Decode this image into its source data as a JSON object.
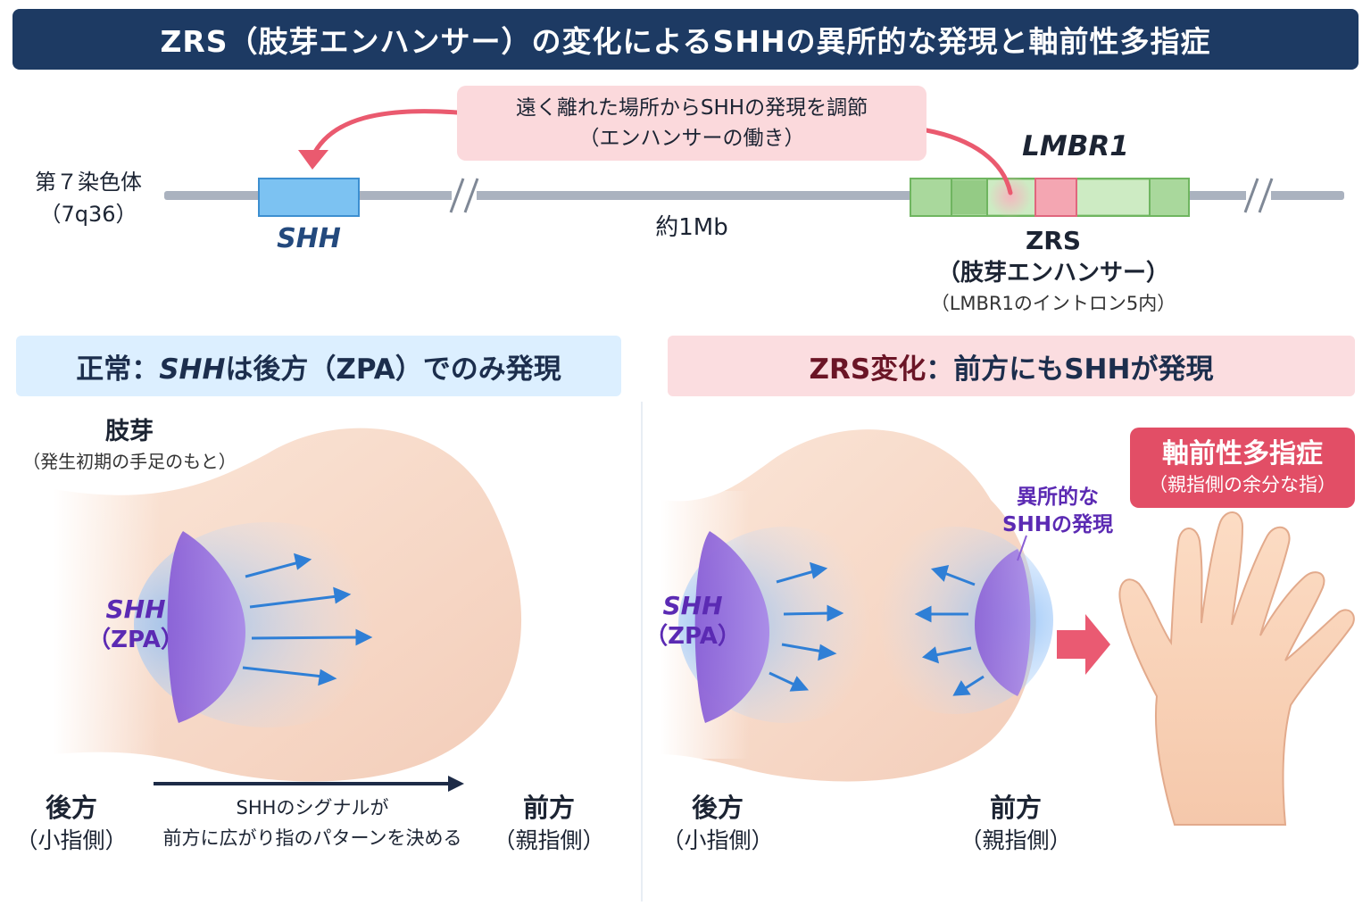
{
  "title": "ZRS（肢芽エンハンサー）の変化によるSHHの異所的な発現と軸前性多指症",
  "callout": {
    "line1": "遠く離れた場所からSHHの発現を調節",
    "line2": "（エンハンサーの働き）"
  },
  "chromosome": {
    "name": "第７染色体",
    "locus": "（7q36）",
    "distance": "約1Mb"
  },
  "genes": {
    "shh": "SHH",
    "lmbr1": "LMBR1",
    "zrs": "ZRS",
    "zrs_desc": "（肢芽エンハンサー）",
    "zrs_location": "（LMBR1のイントロン5内）"
  },
  "left_panel": {
    "header_prefix": "正常：",
    "header_gene": "SHH",
    "header_suffix": "は後方（ZPA）でのみ発現",
    "bud_label": "肢芽",
    "bud_sub": "（発生初期の手足のもと）",
    "shh_label": "SHH",
    "zpa_label": "（ZPA）",
    "posterior": "後方",
    "posterior_sub": "（小指側）",
    "anterior": "前方",
    "anterior_sub": "（親指側）",
    "signal_line1": "SHHのシグナルが",
    "signal_line2": "前方に広がり指のパターンを決める"
  },
  "right_panel": {
    "header_prefix": "ZRS変化",
    "header_suffix": "：前方にもSHHが発現",
    "shh_label": "SHH",
    "zpa_label": "（ZPA）",
    "ectopic_line1": "異所的な",
    "ectopic_line2": "SHHの発現",
    "posterior": "後方",
    "posterior_sub": "（小指側）",
    "anterior": "前方",
    "anterior_sub": "（親指側）",
    "result_title": "軸前性多指症",
    "result_sub": "（親指側の余分な指）"
  },
  "colors": {
    "title_bg": "#1d3a63",
    "shh_box": "#7cc2f2",
    "zrs_box": "#f4a6b2",
    "lmbr1_box": "#a9d89c",
    "zpa_purple": "#7b4fc9",
    "result_pink": "#e24e66",
    "signal_blue": "#2f7fd6"
  }
}
